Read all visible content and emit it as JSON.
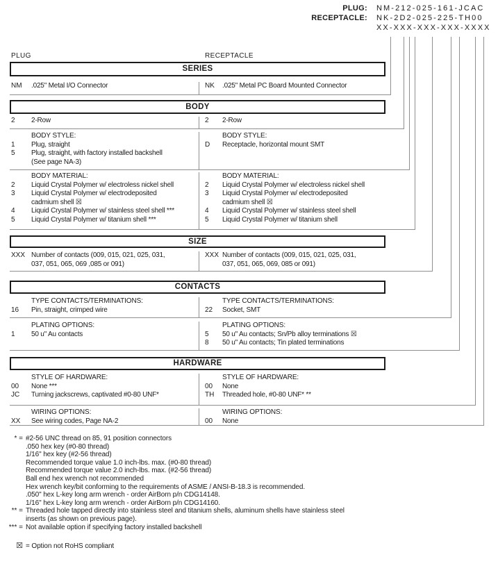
{
  "header": {
    "plug_label": "PLUG:",
    "plug_value": "NM-212-025-161-JCAC",
    "receptacle_label": "RECEPTACLE:",
    "receptacle_value": "NK-2D2-025-225-TH00",
    "mask": "XX-XXX-XXX-XXX-XXXX"
  },
  "column_labels": {
    "left": "PLUG",
    "right": "RECEPTACLE"
  },
  "series": {
    "title": "SERIES",
    "left_code": "NM",
    "left_desc": ".025\" Metal I/O Connector",
    "right_code": "NK",
    "right_desc": ".025\" Metal PC Board Mounted Connector"
  },
  "body": {
    "title": "BODY",
    "row_left_code": "2",
    "row_left_desc": "2-Row",
    "row_right_code": "2",
    "row_right_desc": "2-Row",
    "style": {
      "header": "BODY STYLE:",
      "left": [
        {
          "code": "1",
          "desc": "Plug, straight"
        },
        {
          "code": "5",
          "desc": "Plug, straight, with factory installed backshell\n(See page NA-3)"
        }
      ],
      "right": [
        {
          "code": "D",
          "desc": "Receptacle, horizontal mount SMT"
        }
      ]
    },
    "material": {
      "header": "BODY MATERIAL:",
      "left": [
        {
          "code": "2",
          "desc": "Liquid Crystal Polymer w/ electroless nickel shell"
        },
        {
          "code": "3",
          "desc": "Liquid Crystal Polymer w/ electrodeposited\ncadmium shell ☒"
        },
        {
          "code": "4",
          "desc": "Liquid Crystal Polymer w/ stainless steel shell ***"
        },
        {
          "code": "5",
          "desc": "Liquid Crystal Polymer w/ titanium shell ***"
        }
      ],
      "right": [
        {
          "code": "2",
          "desc": "Liquid Crystal Polymer w/ electroless nickel shell"
        },
        {
          "code": "3",
          "desc": "Liquid Crystal Polymer w/ electrodeposited\ncadmium shell ☒"
        },
        {
          "code": "4",
          "desc": "Liquid Crystal Polymer w/ stainless steel shell"
        },
        {
          "code": "5",
          "desc": "Liquid Crystal Polymer w/ titanium shell"
        }
      ]
    }
  },
  "size": {
    "title": "SIZE",
    "left_code": "XXX",
    "left_desc": "Number of contacts (009, 015, 021, 025, 031,\n037, 051, 065, 069 ,085 or 091)",
    "right_code": "XXX",
    "right_desc": "Number of contacts (009, 015, 021, 025, 031,\n037, 051, 065, 069, 085 or 091)"
  },
  "contacts": {
    "title": "CONTACTS",
    "type": {
      "header": "TYPE CONTACTS/TERMINATIONS:",
      "left": [
        {
          "code": "16",
          "desc": "Pin, straight, crimped wire"
        }
      ],
      "right": [
        {
          "code": "22",
          "desc": "Socket, SMT"
        }
      ]
    },
    "plating": {
      "header": "PLATING OPTIONS:",
      "left": [
        {
          "code": "1",
          "desc": "50 u\" Au contacts"
        }
      ],
      "right": [
        {
          "code": "5",
          "desc": "50 u\" Au contacts; Sn/Pb alloy terminations ☒"
        },
        {
          "code": "8",
          "desc": "50 u\" Au contacts; Tin plated terminations"
        }
      ]
    }
  },
  "hardware": {
    "title": "HARDWARE",
    "style": {
      "header": "STYLE OF HARDWARE:",
      "left": [
        {
          "code": "00",
          "desc": "None ***"
        },
        {
          "code": "JC",
          "desc": "Turning jackscrews, captivated #0-80 UNF*"
        }
      ],
      "right": [
        {
          "code": "00",
          "desc": "None"
        },
        {
          "code": "TH",
          "desc": "Threaded hole, #0-80 UNF* **"
        }
      ]
    },
    "wiring": {
      "header": "WIRING OPTIONS:",
      "left": [
        {
          "code": "XX",
          "desc": "See wiring codes, Page NA-2"
        }
      ],
      "right": [
        {
          "code": "00",
          "desc": "None"
        }
      ]
    }
  },
  "footnotes": [
    {
      "marker": "* =",
      "text": "#2-56 UNC thread on 85, 91 position connectors"
    },
    {
      "marker": "",
      "text": ".050 hex key (#0-80 thread)"
    },
    {
      "marker": "",
      "text": "1/16\" hex key (#2-56 thread)"
    },
    {
      "marker": "",
      "text": "Recommended torque value 1.0 inch-lbs. max. (#0-80 thread)"
    },
    {
      "marker": "",
      "text": "Recommended torque value 2.0 inch-lbs. max. (#2-56 thread)"
    },
    {
      "marker": "",
      "text": "Ball end hex wrench not recommended"
    },
    {
      "marker": "",
      "text": "Hex wrench key/bit conforming to the requirements of ASME / ANSI-B-18.3 is recommended."
    },
    {
      "marker": "",
      "text": ".050\" hex L-key long arm wrench - order AirBorn p/n CDG14148."
    },
    {
      "marker": "",
      "text": "1/16\" hex L-key long arm wrench - order AirBorn p/n CDG14160."
    },
    {
      "marker": "** =",
      "text": "Threaded hole tapped directly into stainless steel and titanium shells, aluminum shells have stainless steel\ninserts (as shown on previous page)."
    },
    {
      "marker": "*** =",
      "text": "Not available option if specifying factory installed backshell"
    }
  ],
  "rohs": {
    "symbol": "☒",
    "text": "= Option not RoHS compliant"
  }
}
